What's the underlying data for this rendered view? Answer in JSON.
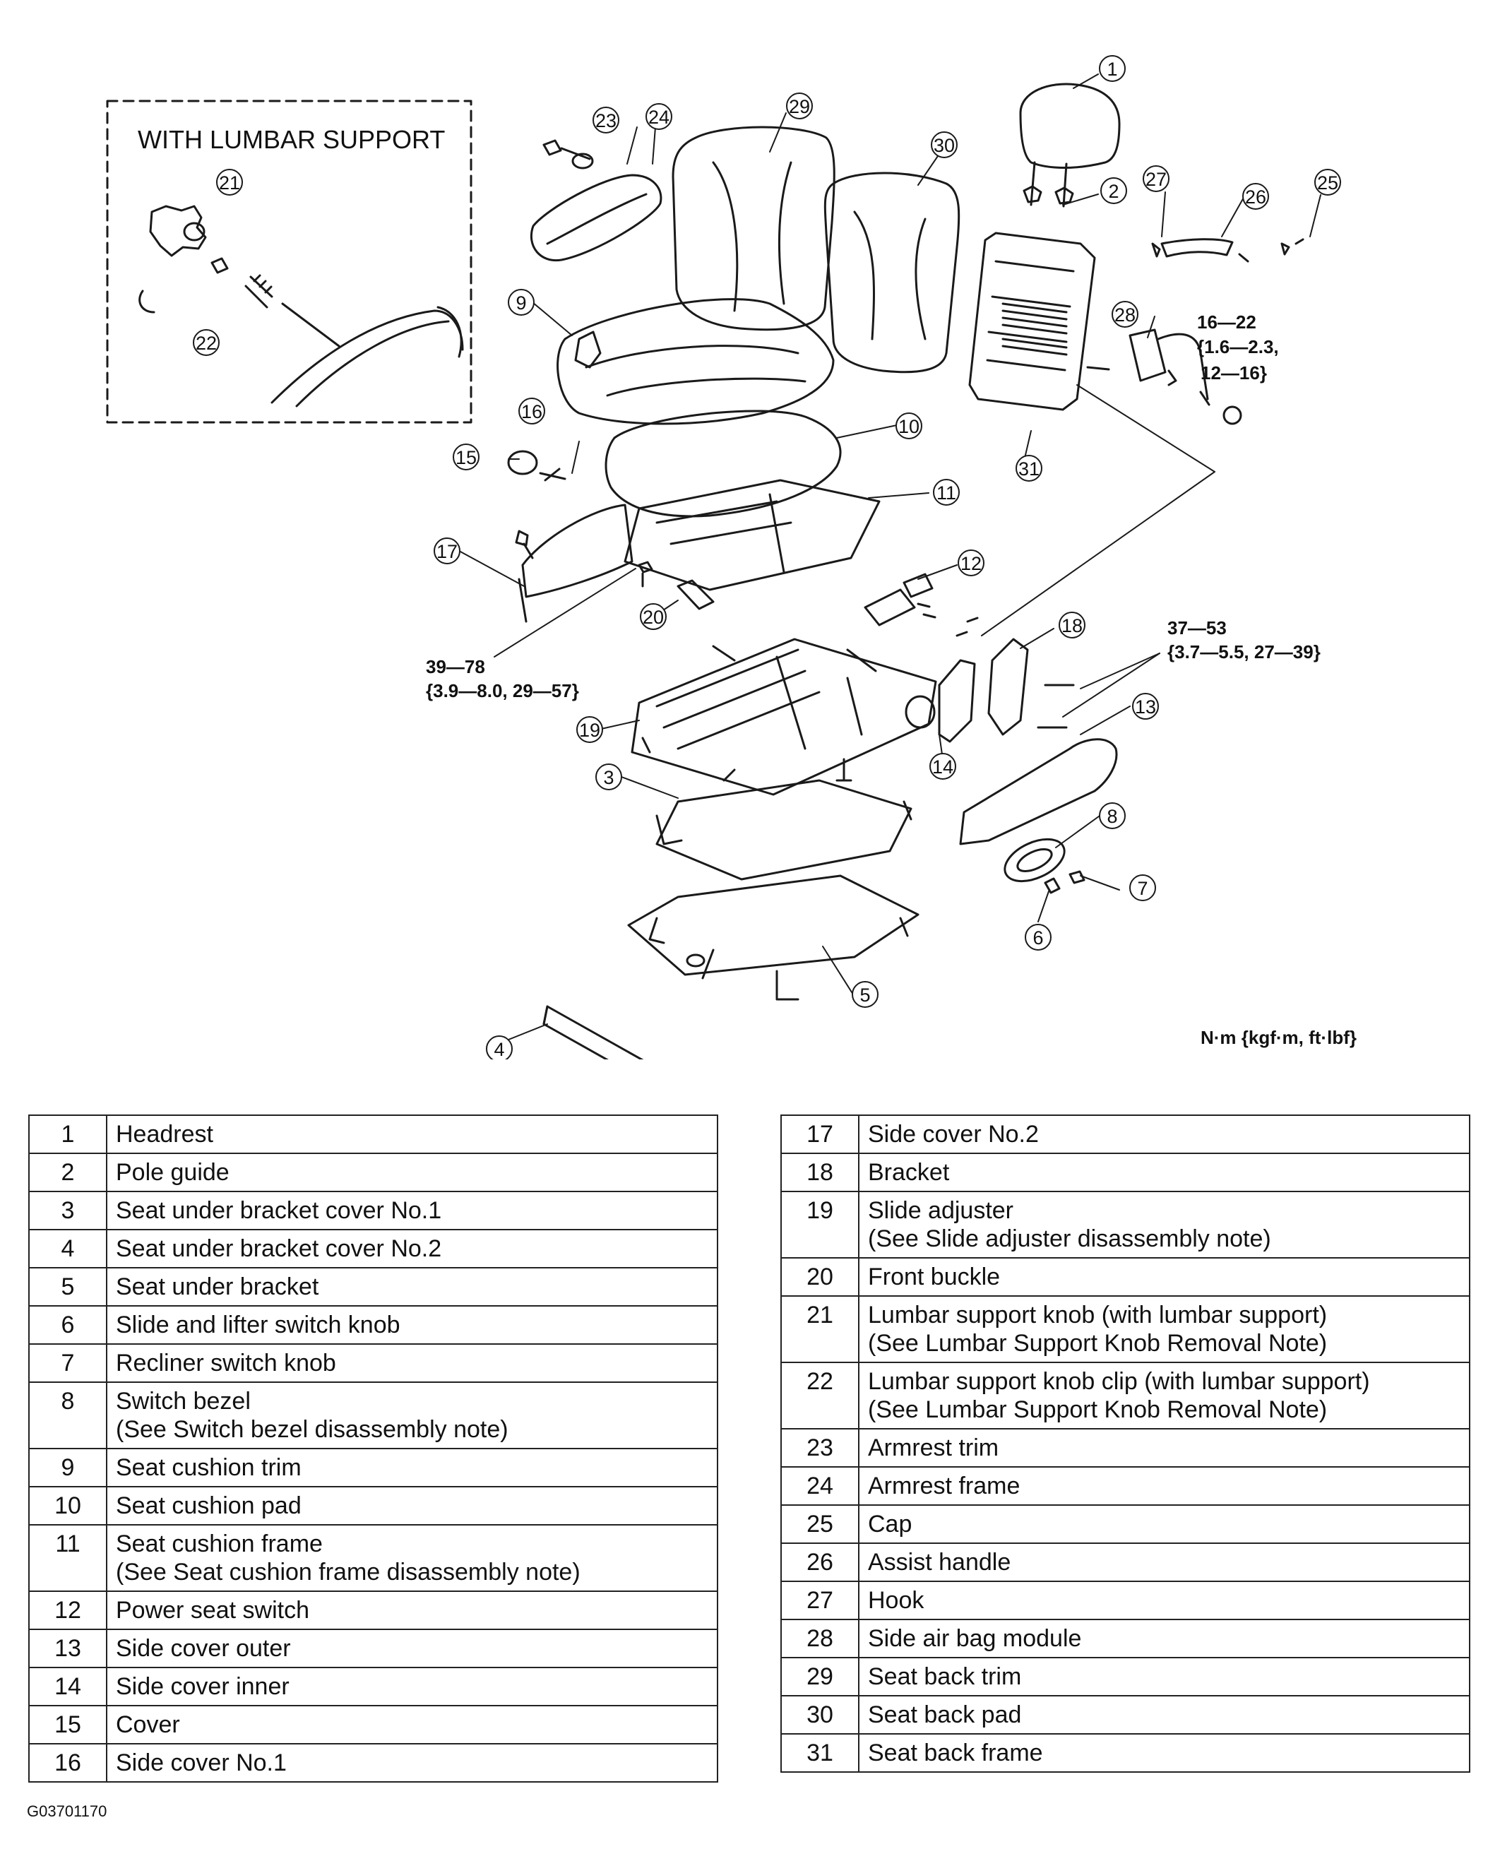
{
  "diagram": {
    "inset_title": "WITH LUMBAR SUPPORT",
    "callouts": [
      "1",
      "2",
      "3",
      "4",
      "5",
      "6",
      "7",
      "8",
      "9",
      "10",
      "11",
      "12",
      "13",
      "14",
      "15",
      "16",
      "17",
      "18",
      "19",
      "20",
      "21",
      "22",
      "23",
      "24",
      "25",
      "26",
      "27",
      "28",
      "29",
      "30",
      "31"
    ],
    "torque_specs": [
      {
        "id": "t16",
        "lines": [
          "16—22",
          "{1.6—2.3,",
          "12—16}"
        ]
      },
      {
        "id": "t37",
        "lines": [
          "37—53",
          "{3.7—5.5, 27—39}"
        ]
      },
      {
        "id": "t39",
        "lines": [
          "39—78",
          "{3.9—8.0, 29—57}"
        ]
      }
    ],
    "unit_label": "N·m {kgf·m, ft·lbf}"
  },
  "parts_left": [
    {
      "no": "1",
      "name": "Headrest",
      "note": ""
    },
    {
      "no": "2",
      "name": "Pole guide",
      "note": ""
    },
    {
      "no": "3",
      "name": "Seat under bracket cover No.1",
      "note": ""
    },
    {
      "no": "4",
      "name": "Seat under bracket cover No.2",
      "note": ""
    },
    {
      "no": "5",
      "name": "Seat under bracket",
      "note": ""
    },
    {
      "no": "6",
      "name": "Slide and lifter switch knob",
      "note": ""
    },
    {
      "no": "7",
      "name": "Recliner switch knob",
      "note": ""
    },
    {
      "no": "8",
      "name": "Switch bezel",
      "note": "(See Switch bezel disassembly note)"
    },
    {
      "no": "9",
      "name": "Seat cushion trim",
      "note": ""
    },
    {
      "no": "10",
      "name": "Seat cushion pad",
      "note": ""
    },
    {
      "no": "11",
      "name": "Seat cushion frame",
      "note": "(See Seat cushion frame disassembly note)"
    },
    {
      "no": "12",
      "name": "Power seat switch",
      "note": ""
    },
    {
      "no": "13",
      "name": "Side cover outer",
      "note": ""
    },
    {
      "no": "14",
      "name": "Side cover inner",
      "note": ""
    },
    {
      "no": "15",
      "name": "Cover",
      "note": ""
    },
    {
      "no": "16",
      "name": "Side cover No.1",
      "note": ""
    }
  ],
  "parts_right": [
    {
      "no": "17",
      "name": "Side cover No.2",
      "note": ""
    },
    {
      "no": "18",
      "name": "Bracket",
      "note": ""
    },
    {
      "no": "19",
      "name": "Slide adjuster",
      "note": "(See Slide adjuster disassembly note)"
    },
    {
      "no": "20",
      "name": "Front buckle",
      "note": ""
    },
    {
      "no": "21",
      "name": "Lumbar support knob (with lumbar support)",
      "note": "(See Lumbar Support Knob Removal Note)"
    },
    {
      "no": "22",
      "name": "Lumbar support knob clip (with lumbar support)",
      "note": "(See Lumbar Support Knob Removal Note)"
    },
    {
      "no": "23",
      "name": "Armrest trim",
      "note": ""
    },
    {
      "no": "24",
      "name": "Armrest frame",
      "note": ""
    },
    {
      "no": "25",
      "name": "Cap",
      "note": ""
    },
    {
      "no": "26",
      "name": "Assist handle",
      "note": ""
    },
    {
      "no": "27",
      "name": "Hook",
      "note": ""
    },
    {
      "no": "28",
      "name": "Side air bag module",
      "note": ""
    },
    {
      "no": "29",
      "name": "Seat back trim",
      "note": ""
    },
    {
      "no": "30",
      "name": "Seat back pad",
      "note": ""
    },
    {
      "no": "31",
      "name": "Seat back frame",
      "note": ""
    }
  ],
  "figure_code": "G03701170"
}
